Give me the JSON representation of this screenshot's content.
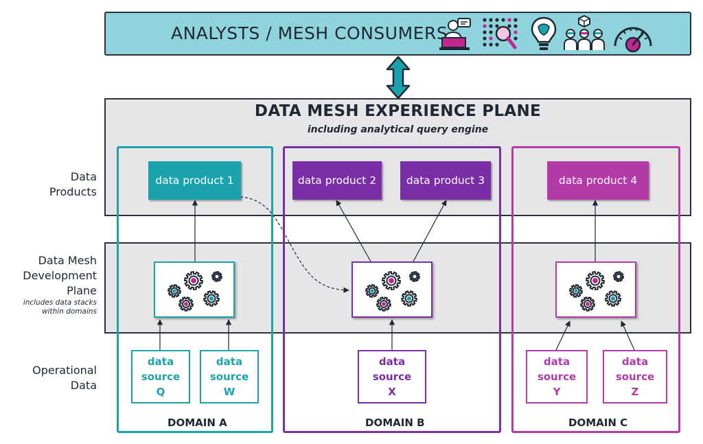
{
  "header": {
    "title": "ANALYSTS / MESH CONSUMERS",
    "icons": [
      "analyst-laptop-icon",
      "data-search-icon",
      "lightbulb-head-icon",
      "team-cubes-icon",
      "gauge-icon"
    ]
  },
  "experience_plane": {
    "title": "DATA MESH EXPERIENCE PLANE",
    "subtitle": "including analytical query engine"
  },
  "rows": {
    "data_products": {
      "line1": "Data",
      "line2": "Products"
    },
    "development_plane": {
      "line1": "Data Mesh",
      "line2": "Development",
      "line3": "Plane",
      "note1": "includes data stacks",
      "note2": "within domains"
    },
    "operational_data": {
      "line1": "Operational",
      "line2": "Data"
    }
  },
  "domains": [
    {
      "label": "DOMAIN A",
      "products": [
        "data product 1"
      ],
      "sources": [
        {
          "l1": "data",
          "l2": "source",
          "l3": "Q"
        },
        {
          "l1": "data",
          "l2": "source",
          "l3": "W"
        }
      ]
    },
    {
      "label": "DOMAIN B",
      "products": [
        "data product 2",
        "data product 3"
      ],
      "sources": [
        {
          "l1": "data",
          "l2": "source",
          "l3": "X"
        }
      ]
    },
    {
      "label": "DOMAIN C",
      "products": [
        "data product 4"
      ],
      "sources": [
        {
          "l1": "data",
          "l2": "source",
          "l3": "Y"
        },
        {
          "l1": "data",
          "l2": "source",
          "l3": "Z"
        }
      ]
    }
  ],
  "colors": {
    "domain_a": "#1aa3ad",
    "domain_b": "#7a2ea6",
    "domain_c": "#b33aa8",
    "consumers_fill": "#8fd4dc",
    "band_fill": "#e6e6e8",
    "gear_accent_magenta": "#c2268f",
    "gear_accent_teal": "#1aa3ad"
  }
}
